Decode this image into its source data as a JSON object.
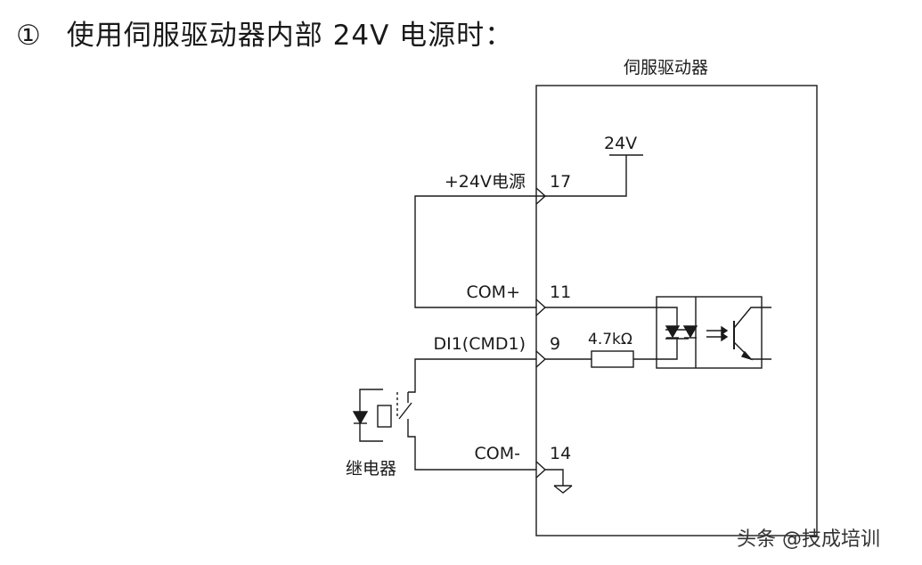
{
  "heading": {
    "marker": "①",
    "text": "使用伺服驱动器内部 24V 电源时："
  },
  "driver_box": {
    "title": "伺服驱动器"
  },
  "supply": {
    "label": "24V"
  },
  "terminals": {
    "t17": {
      "name": "+24V电源",
      "pin": "17"
    },
    "t11": {
      "name": "COM+",
      "pin": "11"
    },
    "t9": {
      "name": "DI1(CMD1)",
      "pin": "9"
    },
    "t14": {
      "name": "COM-",
      "pin": "14"
    }
  },
  "resistor": {
    "label": "4.7kΩ"
  },
  "relay": {
    "label": "继电器"
  },
  "watermark": {
    "text": "头条 @技成培训"
  },
  "colors": {
    "line": "#1a1a1a",
    "background": "#ffffff"
  }
}
